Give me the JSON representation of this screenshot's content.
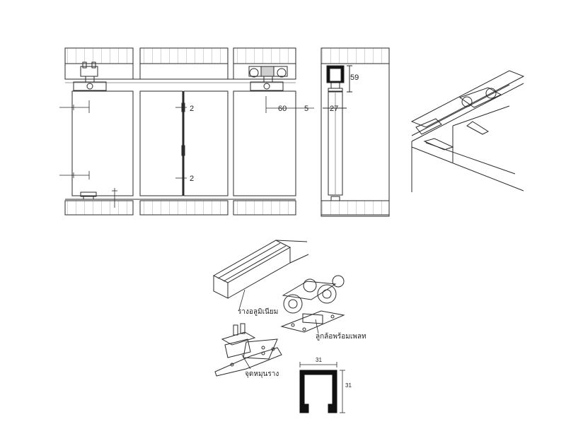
{
  "front_view": {
    "dim_left_gap": "2",
    "dim_bottom_gap": "2",
    "dim_60": "60",
    "dim_5": "5"
  },
  "side_section": {
    "dim_59": "59",
    "dim_27": "27"
  },
  "exploded_view": {
    "label_rail": "รางอลูมิเนียม",
    "label_carriage": "ลูกล้อพร้อมเพลท",
    "label_guide": "จุดหมุนราง"
  },
  "profile": {
    "width": "31",
    "height": "31"
  },
  "colors": {
    "line": "#2a2a2a",
    "light_line": "#9a9a9a",
    "profile_fill": "#111111"
  }
}
